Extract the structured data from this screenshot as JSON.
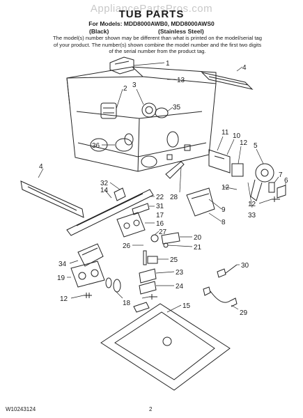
{
  "header": {
    "watermark": "AppliancePartsPros.com",
    "title": "TUB PARTS",
    "models": "For Models: MDD8000AWB0, MDD8000AWS0",
    "variant_black": "(Black)",
    "variant_stainless": "(Stainless Steel)",
    "description": "The model(s) number shown may be different than what is printed on the model/serial tag of your product. The number(s) shown combine the model number and the first two digits of the serial number from the product tag."
  },
  "callouts": [
    "1",
    "13",
    "2",
    "3",
    "35",
    "4",
    "36",
    "11",
    "10",
    "12",
    "5",
    "4",
    "32",
    "14",
    "22",
    "31",
    "17",
    "16",
    "28",
    "12",
    "9",
    "8",
    "7",
    "6",
    "12",
    "33",
    "27",
    "20",
    "21",
    "26",
    "25",
    "34",
    "23",
    "19",
    "30",
    "24",
    "12",
    "18",
    "15",
    "29"
  ],
  "footer": {
    "doc_number": "W10243124",
    "page_number": "2"
  }
}
